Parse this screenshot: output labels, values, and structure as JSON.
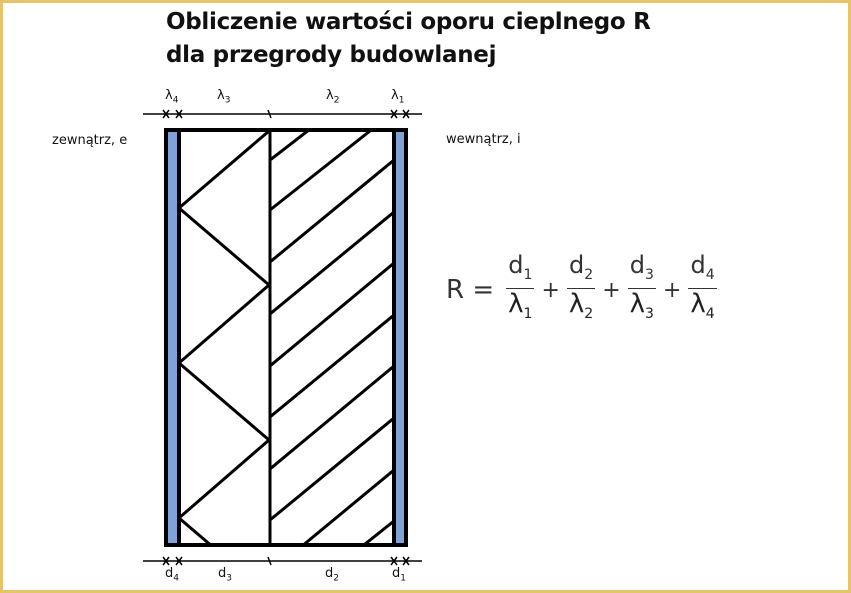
{
  "title": {
    "line1": "Obliczenie wartości oporu cieplnego R",
    "line2": "dla przegrody budowlanej"
  },
  "labels": {
    "outside": "zewnątrz, e",
    "inside": "wewnątrz, i"
  },
  "top_dimensions": [
    {
      "symbol": "λ",
      "index": "4"
    },
    {
      "symbol": "λ",
      "index": "3"
    },
    {
      "symbol": "λ",
      "index": "2"
    },
    {
      "symbol": "λ",
      "index": "1"
    }
  ],
  "bottom_dimensions": [
    {
      "symbol": "d",
      "index": "4"
    },
    {
      "symbol": "d",
      "index": "3"
    },
    {
      "symbol": "d",
      "index": "2"
    },
    {
      "symbol": "d",
      "index": "1"
    }
  ],
  "formula": {
    "lhs": "R =",
    "plus": "+",
    "terms": [
      {
        "num": "d",
        "num_idx": "1",
        "den": "λ",
        "den_idx": "1"
      },
      {
        "num": "d",
        "num_idx": "2",
        "den": "λ",
        "den_idx": "2"
      },
      {
        "num": "d",
        "num_idx": "3",
        "den": "λ",
        "den_idx": "3"
      },
      {
        "num": "d",
        "num_idx": "4",
        "den": "λ",
        "den_idx": "4"
      }
    ]
  },
  "colors": {
    "frame": "#e6c56a",
    "plaster": "#7fa3d6",
    "lines": "#000000"
  }
}
